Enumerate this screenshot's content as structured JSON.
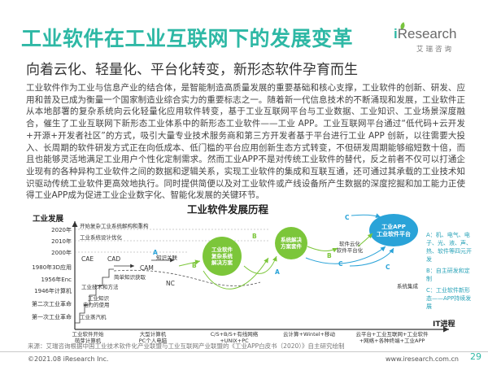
{
  "title": "工业软件在工业互联网下的发展变革",
  "logo": {
    "brand_i": "i",
    "brand_rest": "Research",
    "sub": "艾瑞咨询"
  },
  "subtitle": "向着云化、轻量化、平台化转变，新形态软件孕育而生",
  "body_text": "工业软件作为工业与信息产业的结合体，是智能制造高质量发展的重要基础和核心支撑，工业软件的创新、研发、应用和普及已成为衡量一个国家制造业综合实力的重要标志之一。随着新一代信息技术的不断涌现和发展，工业软件正从本地部署的复杂系统向云化轻量化应用软件转变，基于工业互联网平台与工业数据、工业知识、工业场景深度融合，催生了工业互联网下新形态工业体系中的新形态工业软件——工业 APP。工业互联网平台通过“低代码+云开发+开源+开发者社区”的方式，吸引大量专业技术服务商和第三方开发者基于平台进行工业 APP 创新，以往需要大投入、长周期的软件研发方式正在向低成本、低门槛的平台应用创新生态方式转变，不但研发周期能够缩短数十倍，而且也能够灵活地满足工业用户个性化定制需求。然而工业APP不是对传统工业软件的替代，反之前者不仅可以打通企业现有的各种异构工业软件之间的数据和逻辑关系，实现工业软件的集成和互联互通，还可通过其承载的工业技术知识驱动传统工业软件更高效地执行。同时提供简便以及对工业软件或产线设备所产生数据的深度挖掘和加工能力正使得工业APP成为促进工业企业数字化、智能化发展的关键环节。",
  "chart": {
    "title": "工业软件发展历程",
    "y_axis_label": "工业发展",
    "x_axis_label": "IT进程",
    "y_ticks": [
      "2020年",
      "2010年",
      "2000年",
      "1980年3D应用",
      "1956年Enc",
      "1946年计算机",
      "第二次工业革命",
      "第一次工业革命"
    ],
    "x_ticks": [
      "工业软件开始\n萌芽计算机",
      "大型计算机\nPC个人电脑",
      "C/S+B/S+有线网络\n+UNIX+PC",
      "云计算+Wintel+移动",
      "云平台+工业互联网+工业软件\n+网络+各种终端+工业APP"
    ],
    "labels": {
      "l_bigdata": "开始复杂工业系统解构和重构",
      "l_design": "工业系统设计优化",
      "l_cae": "CAE",
      "l_cad": "CAD",
      "l_cam": "CAM",
      "l_knowledge": "知识关联",
      "l_simple": "简单知识获取",
      "l_nc": "NC",
      "l_tech": "工业技术和方法",
      "l_ind_knowledge": "工业知识\n电力的使用",
      "l_steam": "工业蒸汽机",
      "l_system": "系统集成",
      "l_platform_sw": "工业软件\n复杂系统\n解决方案",
      "l_sys_solution": "系统解决\n方案套件",
      "l_cloud_sw": "软件云化\n软件平台化",
      "l_app": "工业APP\n工业软件平台",
      "l_a": "A",
      "l_b": "B",
      "l_c": "C"
    },
    "legend": {
      "a": "A：机、电气、电子、光、液、声、热、软件等四元开发",
      "b": "B：自主研发和定制",
      "c": "C：工业软件新形态——APP持续发展"
    }
  },
  "source": "来源：艾瑞咨询根据中国工业技术软件化产业联盟与工业互联网产业联盟的《工业APP白皮书（2020）》自主研究绘制",
  "copyright": "©2021.08 iResearch Inc.",
  "website": "www.iresearch.com.cn",
  "page_number": "29",
  "colors": {
    "accent": "#2eb8a5",
    "blue": "#2aa3d8",
    "green": "#7cc63a",
    "dark": "#333333"
  }
}
